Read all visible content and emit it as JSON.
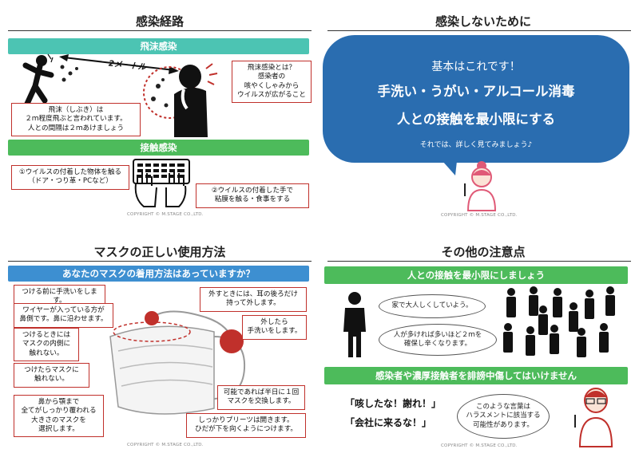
{
  "q1": {
    "title": "感染経路",
    "droplet_banner": "飛沫感染",
    "distance_label": "2メートル",
    "note_distance": [
      "飛沫（しぶき）は",
      "２ｍ程度飛ぶと言われています。",
      "人との間隔は２ｍあけましょう"
    ],
    "note_droplet": [
      "飛沫感染とは？",
      "感染者の",
      "咳やくしゃみから",
      "ウイルスが広がること"
    ],
    "contact_banner": "接触感染",
    "note_contact1": [
      "①ウイルスの付着した物体を触る",
      "（ドア・つり革・PCなど）"
    ],
    "note_contact2": [
      "②ウイルスの付着した手で",
      "粘膜を触る・食事をする"
    ],
    "copyright": "COPYRIGHT © M.STAGE CO.,LTD."
  },
  "q2": {
    "title": "感染しないために",
    "bubble_line1": "基本はこれです！",
    "bubble_line2": "手洗い・うがい・アルコール消毒",
    "bubble_line3": "人との接触を最小限にする",
    "bubble_line4": "それでは、詳しく見てみましょう♪",
    "copyright": "COPYRIGHT © M.STAGE CO.,LTD."
  },
  "q3": {
    "title": "マスクの正しい使用方法",
    "banner": "あなたのマスクの着用方法はあっていますか？",
    "notes": {
      "wash_before": [
        "つける前に手洗いをします。"
      ],
      "wire_nose": [
        "ワイヤーが入っている方が",
        "鼻側です。鼻に沿わせます。"
      ],
      "no_inside": [
        "つけるときには",
        "マスクの内側に",
        "触れない。"
      ],
      "no_touch": [
        "つけたらマスクに",
        "触れない。"
      ],
      "size": [
        "鼻から顎まで",
        "全てがしっかり覆われる",
        "大きさのマスクを",
        "選択します。"
      ],
      "remove": [
        "外すときには、耳の後ろだけ",
        "持って外します。"
      ],
      "wash_after": [
        "外したら",
        "手洗いをします。"
      ],
      "replace": [
        "可能であれば半日に１回",
        "マスクを交換します。"
      ],
      "pleats": [
        "しっかりプリーツは開きます。",
        "ひだが下を向くようにつけます。"
      ]
    },
    "copyright": "COPYRIGHT © M.STAGE CO.,LTD."
  },
  "q4": {
    "title": "その他の注意点",
    "banner1": "人との接触を最小限にしましょう",
    "bubble1": "家で大人しくしていよう。",
    "bubble2": [
      "人が多ければ多いほど２ｍを",
      "確保し辛くなります。"
    ],
    "banner2": "感染者や濃厚接触者を誹謗中傷してはいけません",
    "quote1": "「咳したな！謝れ！」",
    "quote2": "「会社に来るな！」",
    "bubble3": [
      "このような言葉は",
      "ハラスメントに該当する",
      "可能性があります。"
    ],
    "copyright": "COPYRIGHT © M.STAGE CO.,LTD."
  },
  "colors": {
    "teal": "#4cc4b3",
    "green": "#4dbb5b",
    "blue": "#3d8fd1",
    "navy_bubble": "#2a6db0",
    "red": "#c0302b",
    "note_border": "#c0302b"
  }
}
